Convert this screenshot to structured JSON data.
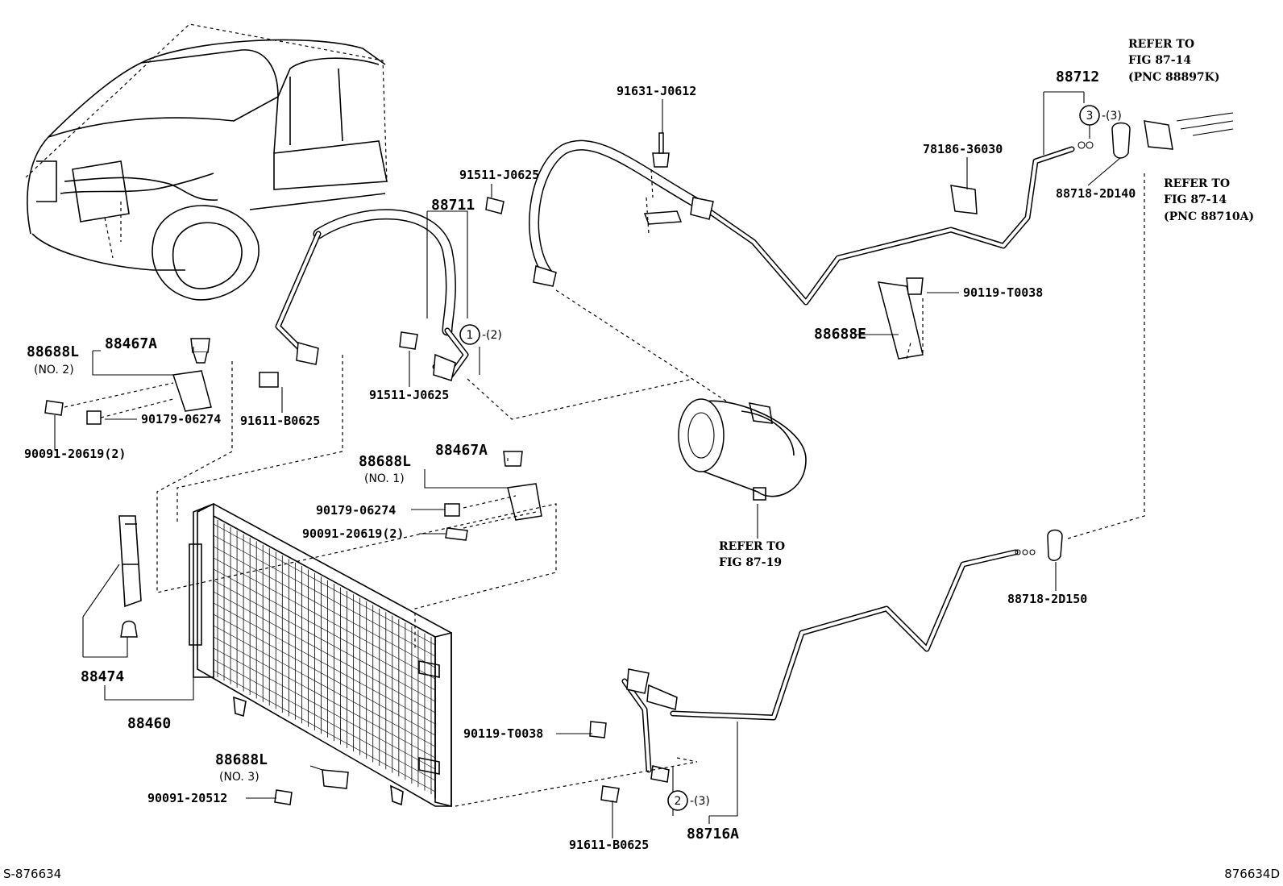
{
  "labels": {
    "p91631_J0612": "91631-J0612",
    "p88712": "88712",
    "refer_top_1": "REFER TO",
    "refer_top_2": "FIG 87-14",
    "refer_top_3": "(PNC 88897K)",
    "p78186_36030": "78186-36030",
    "p88718_2D140": "88718-2D140",
    "refer_right_1": "REFER TO",
    "refer_right_2": "FIG 87-14",
    "refer_right_3": "(PNC 88710A)",
    "p91511_J0625_top": "91511-J0625",
    "p88711": "88711",
    "p90119_T0038_top": "90119-T0038",
    "p88688E": "88688E",
    "p88688L_no2": "88688L",
    "no2": "(NO. 2)",
    "p88467A_left": "88467A",
    "p91511_J0625_mid": "91511-J0625",
    "p90179_06274_left": "90179-06274",
    "p91611_B0625_left": "91611-B0625",
    "p90091_20619_left": "90091-20619(2)",
    "p88688L_no1": "88688L",
    "no1": "(NO. 1)",
    "p88467A_mid": "88467A",
    "p90179_06274_mid": "90179-06274",
    "p90091_20619_mid": "90091-20619(2)",
    "refer_comp_1": "REFER TO",
    "refer_comp_2": "FIG 87-19",
    "p88718_2D150": "88718-2D150",
    "p88474": "88474",
    "p88460": "88460",
    "p90119_T0038_bot": "90119-T0038",
    "p88688L_no3": "88688L",
    "no3": "(NO. 3)",
    "p90091_20512": "90091-20512",
    "p91611_B0625_bot": "91611-B0625",
    "p88716A": "88716A",
    "callout1_num": "1",
    "callout1_qty": "-(2)",
    "callout2_num": "2",
    "callout2_qty": "-(3)",
    "callout3_num": "3",
    "callout3_qty": "-(3)"
  },
  "footer": {
    "left": "S-876634",
    "right": "876634D"
  }
}
